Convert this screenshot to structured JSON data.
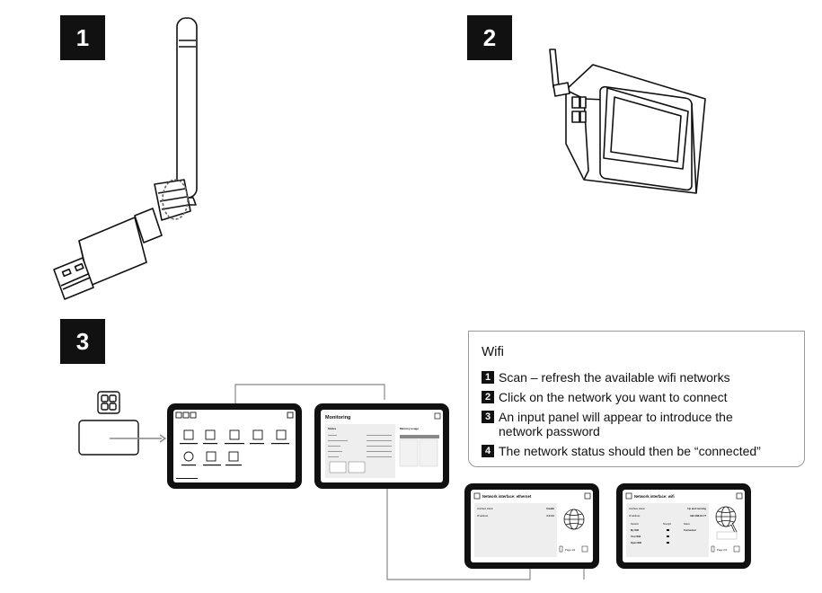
{
  "steps": [
    "1",
    "2",
    "3"
  ],
  "info_panel": {
    "title": "Wifi",
    "items": [
      {
        "num": "1",
        "text": "Scan – refresh the available wifi networks"
      },
      {
        "num": "2",
        "text": "Click on the network you want to connect"
      },
      {
        "num": "3",
        "text": "An input panel will appear to introduce the network password"
      },
      {
        "num": "4",
        "text": "The network status should then be “connected”"
      }
    ]
  },
  "screens": {
    "monitoring": {
      "title": "Monitoring",
      "status_label": "Status",
      "memory_label": "Memory usage"
    },
    "ethernet": {
      "title": "Network interface: ethernet",
      "rows": [
        {
          "label": "Interface status",
          "value": "Invalid"
        },
        {
          "label": "IP address",
          "value": "0.0.0.0"
        }
      ],
      "page_label": "Page 1/2"
    },
    "wifi": {
      "title": "Network interface: wifi",
      "rows": [
        {
          "label": "Interface status",
          "value": "Up and running"
        },
        {
          "label": "IP address",
          "value": "192.168.10.77"
        }
      ],
      "columns": [
        "Network",
        "Strength",
        "Status"
      ],
      "networks": [
        {
          "name": "My Wifi",
          "strength": "",
          "status": "Connected"
        },
        {
          "name": "Your Wifi",
          "strength": "",
          "status": ""
        },
        {
          "name": "Open Wifi",
          "strength": "",
          "status": ""
        }
      ],
      "page_label": "Page 2/2"
    }
  }
}
